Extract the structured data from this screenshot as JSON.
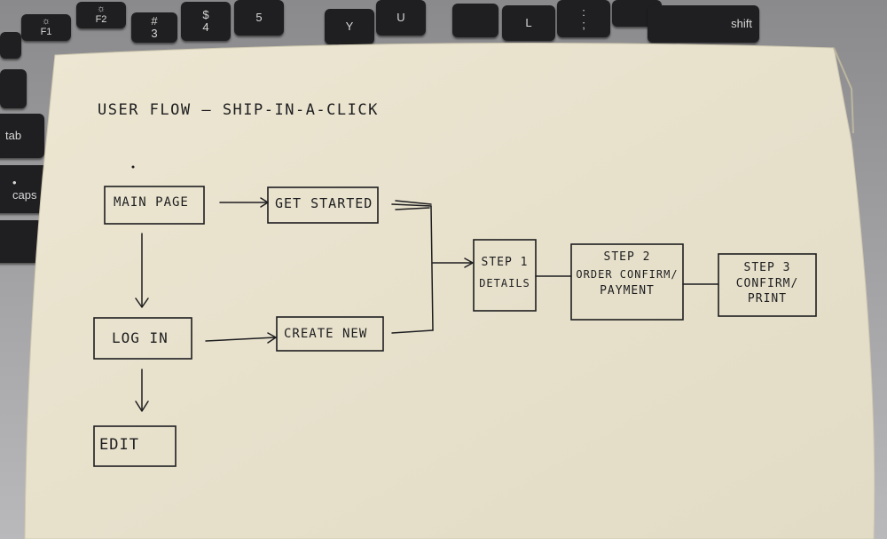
{
  "keyboard": {
    "keys": [
      {
        "label": "F1",
        "glyph": "☼"
      },
      {
        "label": "F2",
        "glyph": "☼"
      },
      {
        "label": "4",
        "glyph": "$"
      },
      {
        "label": "5",
        "glyph": ""
      },
      {
        "label": "Y",
        "glyph": ""
      },
      {
        "label": "U",
        "glyph": ""
      },
      {
        "label": "L",
        "glyph": ""
      },
      {
        "label": ";",
        "glyph": ":"
      },
      {
        "label": "shift",
        "glyph": ""
      },
      {
        "label": "tab",
        "glyph": ""
      },
      {
        "label": "caps",
        "glyph": "•"
      },
      {
        "label": "3",
        "glyph": "#"
      }
    ]
  },
  "diagram": {
    "title": "USER FLOW – SHIP-IN-A-CLICK",
    "nodes": {
      "main_page": "MAIN PAGE",
      "get_started": "GET STARTED",
      "log_in": "LOG IN",
      "create_new": "CREATE NEW",
      "edit": "EDIT",
      "step1_line1": "STEP 1",
      "step1_line2": "DETAILS",
      "step2_line1": "STEP 2",
      "step2_line2": "ORDER CONFIRM/",
      "step2_line3": "PAYMENT",
      "step3_line1": "STEP 3",
      "step3_line2": "CONFIRM/",
      "step3_line3": "PRINT"
    }
  },
  "colors": {
    "paper": "#e9e3cf",
    "ink": "#1d1d1f",
    "key": "#1f1f21"
  }
}
